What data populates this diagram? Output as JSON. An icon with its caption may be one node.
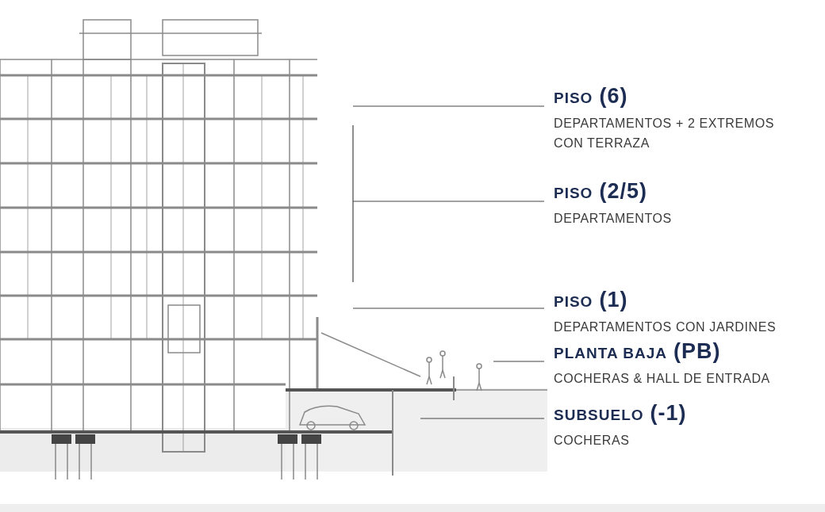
{
  "diagram": {
    "nodes": [
      {
        "text": [
          "PISO",
          "(6)",
          "DEPARTAMENTOS + 2 EXTREMOS CON TERRAZA"
        ]
      },
      {
        "text": [
          "PISO",
          "(2/5)",
          "DEPARTAMENTOS"
        ]
      },
      {
        "text": [
          "PISO",
          "(1)",
          "DEPARTAMENTOS CON JARDINES"
        ]
      },
      {
        "text": [
          "PLANTA BAJA",
          "(PB)",
          "COCHERAS & HALL DE ENTRADA"
        ]
      },
      {
        "text": [
          "SUBSUELO",
          "(-1)",
          "COCHERAS"
        ]
      }
    ],
    "edges": [
      {
        "from": 0,
        "to": null,
        "arrow": "none"
      },
      {
        "from": 1,
        "to": null,
        "arrow": "none"
      },
      {
        "from": 2,
        "to": null,
        "arrow": "none"
      },
      {
        "from": 3,
        "to": null,
        "arrow": "none"
      },
      {
        "from": 4,
        "to": null,
        "arrow": "none"
      }
    ]
  }
}
